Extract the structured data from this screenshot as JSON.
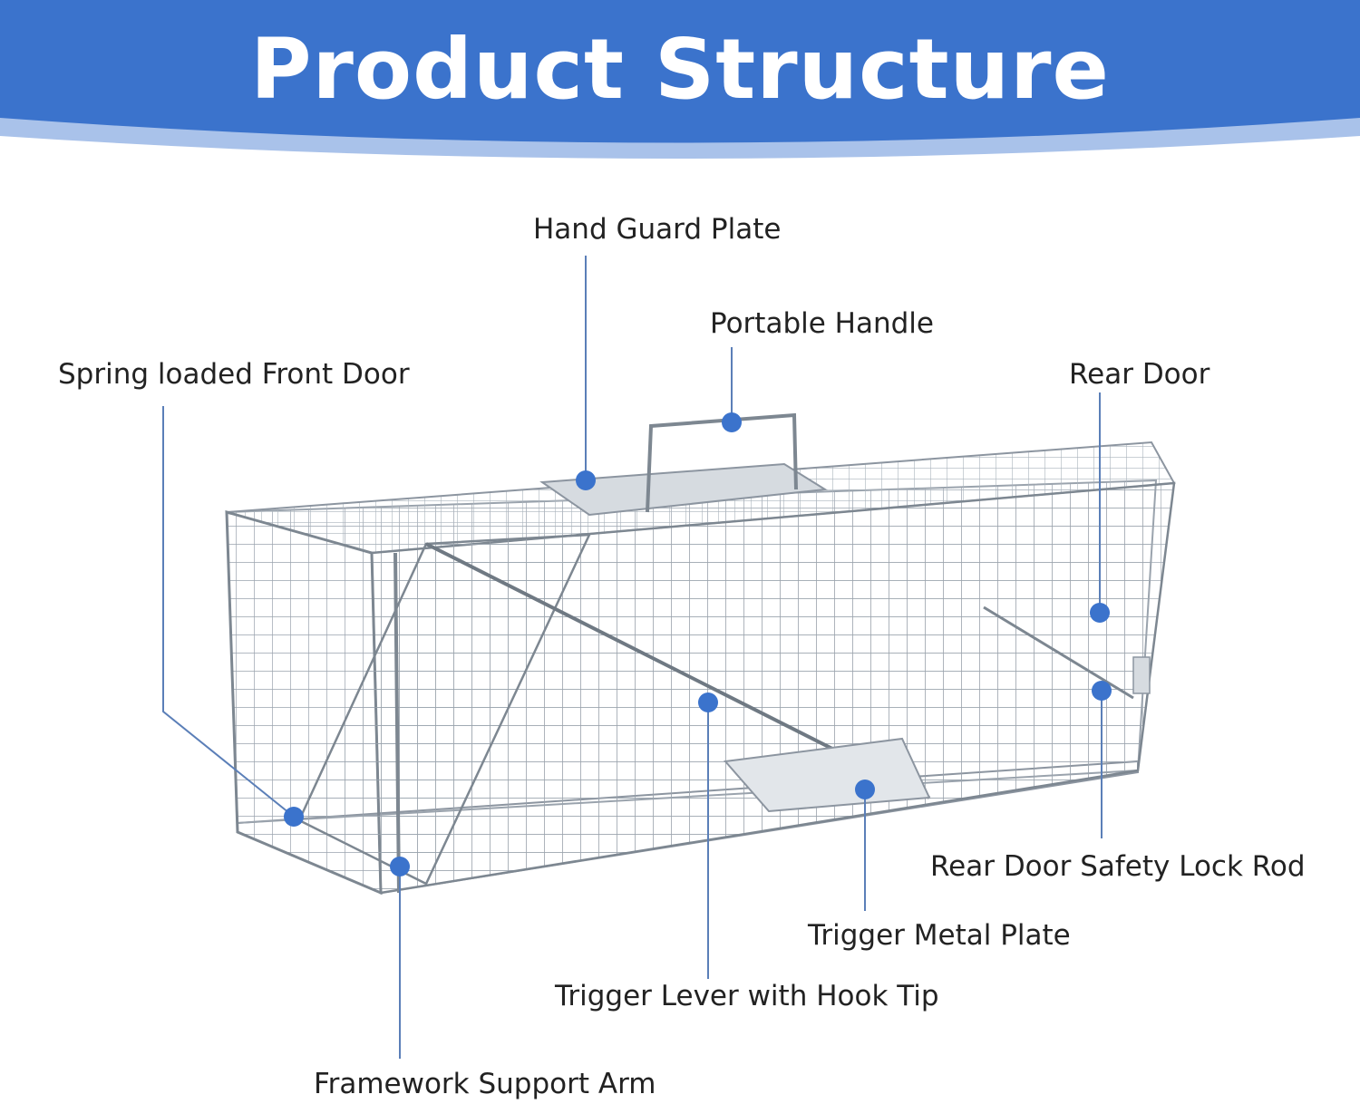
{
  "header": {
    "title": "Product Structure"
  },
  "colors": {
    "banner": "#3b73cc",
    "banner_light": "#a9c2ea",
    "dot": "#3b73cc",
    "leader": "#5b7fb8"
  },
  "callouts": [
    {
      "id": "hand-guard-plate",
      "label": "Hand Guard Plate"
    },
    {
      "id": "portable-handle",
      "label": "Portable Handle"
    },
    {
      "id": "spring-loaded-front-door",
      "label": "Spring loaded Front Door"
    },
    {
      "id": "rear-door",
      "label": "Rear Door"
    },
    {
      "id": "rear-door-safety-lock-rod",
      "label": "Rear Door Safety Lock Rod"
    },
    {
      "id": "trigger-metal-plate",
      "label": "Trigger Metal Plate"
    },
    {
      "id": "trigger-lever-with-hook-tip",
      "label": "Trigger Lever with Hook Tip"
    },
    {
      "id": "framework-support-arm",
      "label": "Framework Support Arm"
    }
  ]
}
